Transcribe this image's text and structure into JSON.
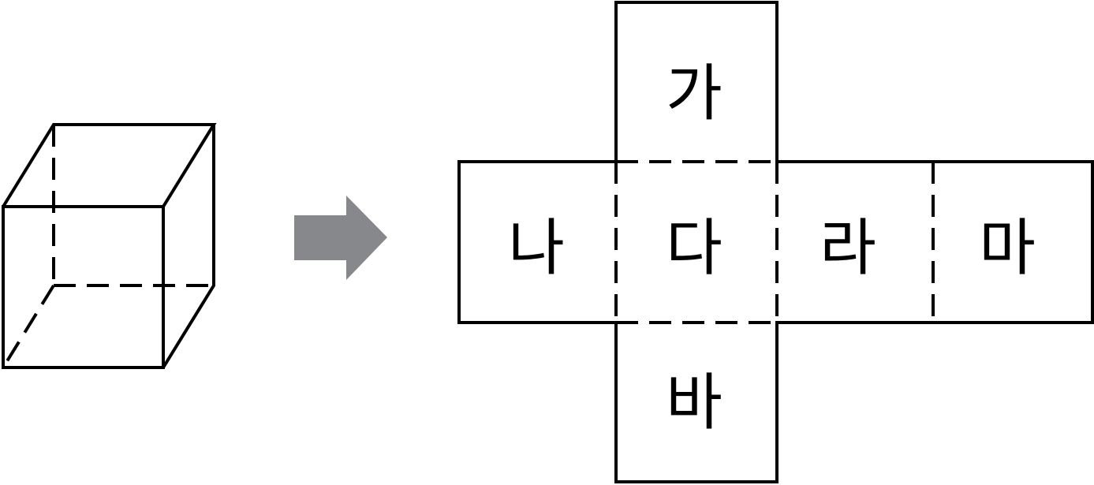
{
  "net": {
    "faces": [
      {
        "id": "top",
        "label": "가"
      },
      {
        "id": "left",
        "label": "나"
      },
      {
        "id": "center",
        "label": "다"
      },
      {
        "id": "right",
        "label": "라"
      },
      {
        "id": "far-right",
        "label": "마"
      },
      {
        "id": "bottom",
        "label": "바"
      }
    ]
  },
  "colors": {
    "line": "#000000",
    "arrow": "#87888b",
    "background": "#ffffff"
  }
}
